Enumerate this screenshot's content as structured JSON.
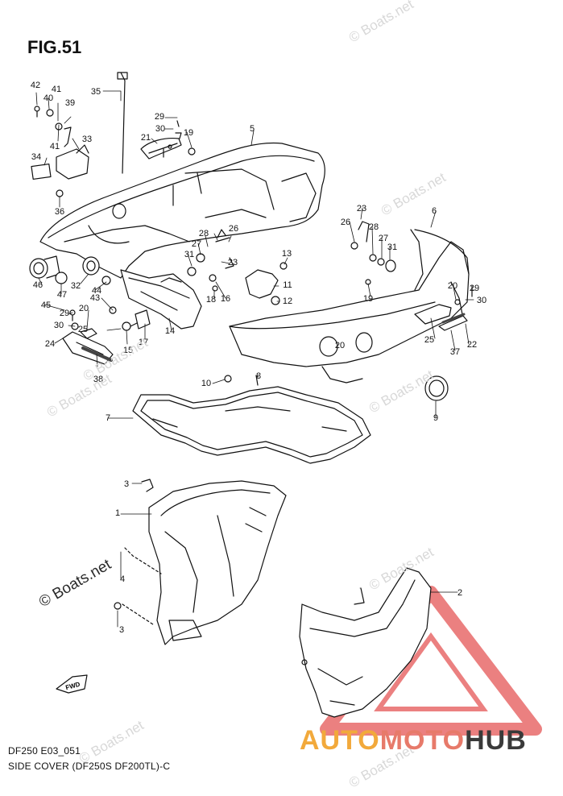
{
  "figure": {
    "title": "FIG.51",
    "code": "DF250 E03_051",
    "caption": "SIDE COVER (DF250S DF200TL)-C"
  },
  "watermark": {
    "text": "© Boats.net",
    "brand_parts": [
      "AUTO",
      "MOTO",
      "HUB"
    ],
    "brand_colors": [
      "#f2a93b",
      "#e77a6a",
      "#3a3a3a"
    ],
    "logo_color": "#e86a6a"
  },
  "fwd_icon_label": "FWD",
  "callouts": [
    "1",
    "2",
    "3",
    "3",
    "4",
    "5",
    "6",
    "7",
    "8",
    "9",
    "10",
    "11",
    "12",
    "13",
    "14",
    "15",
    "16",
    "17",
    "18",
    "19",
    "19",
    "20",
    "20",
    "20",
    "21",
    "22",
    "23",
    "23",
    "24",
    "25",
    "25",
    "26",
    "26",
    "27",
    "27",
    "28",
    "28",
    "29",
    "29",
    "29",
    "30",
    "30",
    "30",
    "31",
    "31",
    "32",
    "33",
    "34",
    "35",
    "36",
    "37",
    "38",
    "39",
    "40",
    "41",
    "41",
    "42",
    "43",
    "44",
    "45",
    "46",
    "47"
  ]
}
